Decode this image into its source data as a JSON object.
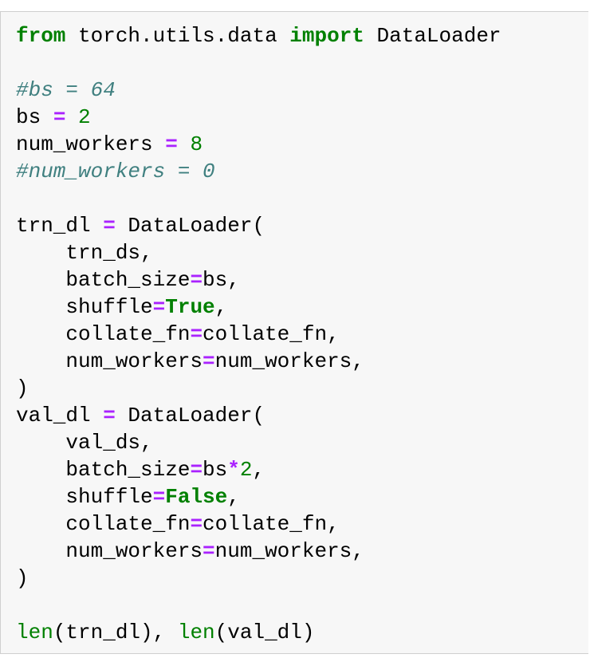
{
  "colors": {
    "keyword": "#008000",
    "operator": "#aa22ff",
    "number": "#008000",
    "comment": "#408080",
    "builtin": "#008000",
    "text": "#000000",
    "cell_background": "#f7f7f7",
    "cell_border": "#cfcfcf"
  },
  "code_lines": [
    [
      {
        "t": "kw",
        "v": "from"
      },
      {
        "t": "txt",
        "v": " torch.utils.data "
      },
      {
        "t": "kw",
        "v": "import"
      },
      {
        "t": "txt",
        "v": " DataLoader"
      }
    ],
    [],
    [
      {
        "t": "cm",
        "v": "#bs = 64"
      }
    ],
    [
      {
        "t": "txt",
        "v": "bs "
      },
      {
        "t": "op",
        "v": "="
      },
      {
        "t": "txt",
        "v": " "
      },
      {
        "t": "num",
        "v": "2"
      }
    ],
    [
      {
        "t": "txt",
        "v": "num_workers "
      },
      {
        "t": "op",
        "v": "="
      },
      {
        "t": "txt",
        "v": " "
      },
      {
        "t": "num",
        "v": "8"
      }
    ],
    [
      {
        "t": "cm",
        "v": "#num_workers = 0"
      }
    ],
    [],
    [
      {
        "t": "txt",
        "v": "trn_dl "
      },
      {
        "t": "op",
        "v": "="
      },
      {
        "t": "txt",
        "v": " DataLoader("
      }
    ],
    [
      {
        "t": "txt",
        "v": "    trn_ds,"
      }
    ],
    [
      {
        "t": "txt",
        "v": "    batch_size"
      },
      {
        "t": "op",
        "v": "="
      },
      {
        "t": "txt",
        "v": "bs,"
      }
    ],
    [
      {
        "t": "txt",
        "v": "    shuffle"
      },
      {
        "t": "op",
        "v": "="
      },
      {
        "t": "kw",
        "v": "True"
      },
      {
        "t": "txt",
        "v": ","
      }
    ],
    [
      {
        "t": "txt",
        "v": "    collate_fn"
      },
      {
        "t": "op",
        "v": "="
      },
      {
        "t": "txt",
        "v": "collate_fn,"
      }
    ],
    [
      {
        "t": "txt",
        "v": "    num_workers"
      },
      {
        "t": "op",
        "v": "="
      },
      {
        "t": "txt",
        "v": "num_workers,"
      }
    ],
    [
      {
        "t": "txt",
        "v": ")"
      }
    ],
    [
      {
        "t": "txt",
        "v": "val_dl "
      },
      {
        "t": "op",
        "v": "="
      },
      {
        "t": "txt",
        "v": " DataLoader("
      }
    ],
    [
      {
        "t": "txt",
        "v": "    val_ds,"
      }
    ],
    [
      {
        "t": "txt",
        "v": "    batch_size"
      },
      {
        "t": "op",
        "v": "="
      },
      {
        "t": "txt",
        "v": "bs"
      },
      {
        "t": "op",
        "v": "*"
      },
      {
        "t": "num",
        "v": "2"
      },
      {
        "t": "txt",
        "v": ","
      }
    ],
    [
      {
        "t": "txt",
        "v": "    shuffle"
      },
      {
        "t": "op",
        "v": "="
      },
      {
        "t": "kw",
        "v": "False"
      },
      {
        "t": "txt",
        "v": ","
      }
    ],
    [
      {
        "t": "txt",
        "v": "    collate_fn"
      },
      {
        "t": "op",
        "v": "="
      },
      {
        "t": "txt",
        "v": "collate_fn,"
      }
    ],
    [
      {
        "t": "txt",
        "v": "    num_workers"
      },
      {
        "t": "op",
        "v": "="
      },
      {
        "t": "txt",
        "v": "num_workers,"
      }
    ],
    [
      {
        "t": "txt",
        "v": ")"
      }
    ],
    [],
    [
      {
        "t": "bi",
        "v": "len"
      },
      {
        "t": "txt",
        "v": "(trn_dl), "
      },
      {
        "t": "bi",
        "v": "len"
      },
      {
        "t": "txt",
        "v": "(val_dl)"
      }
    ]
  ]
}
